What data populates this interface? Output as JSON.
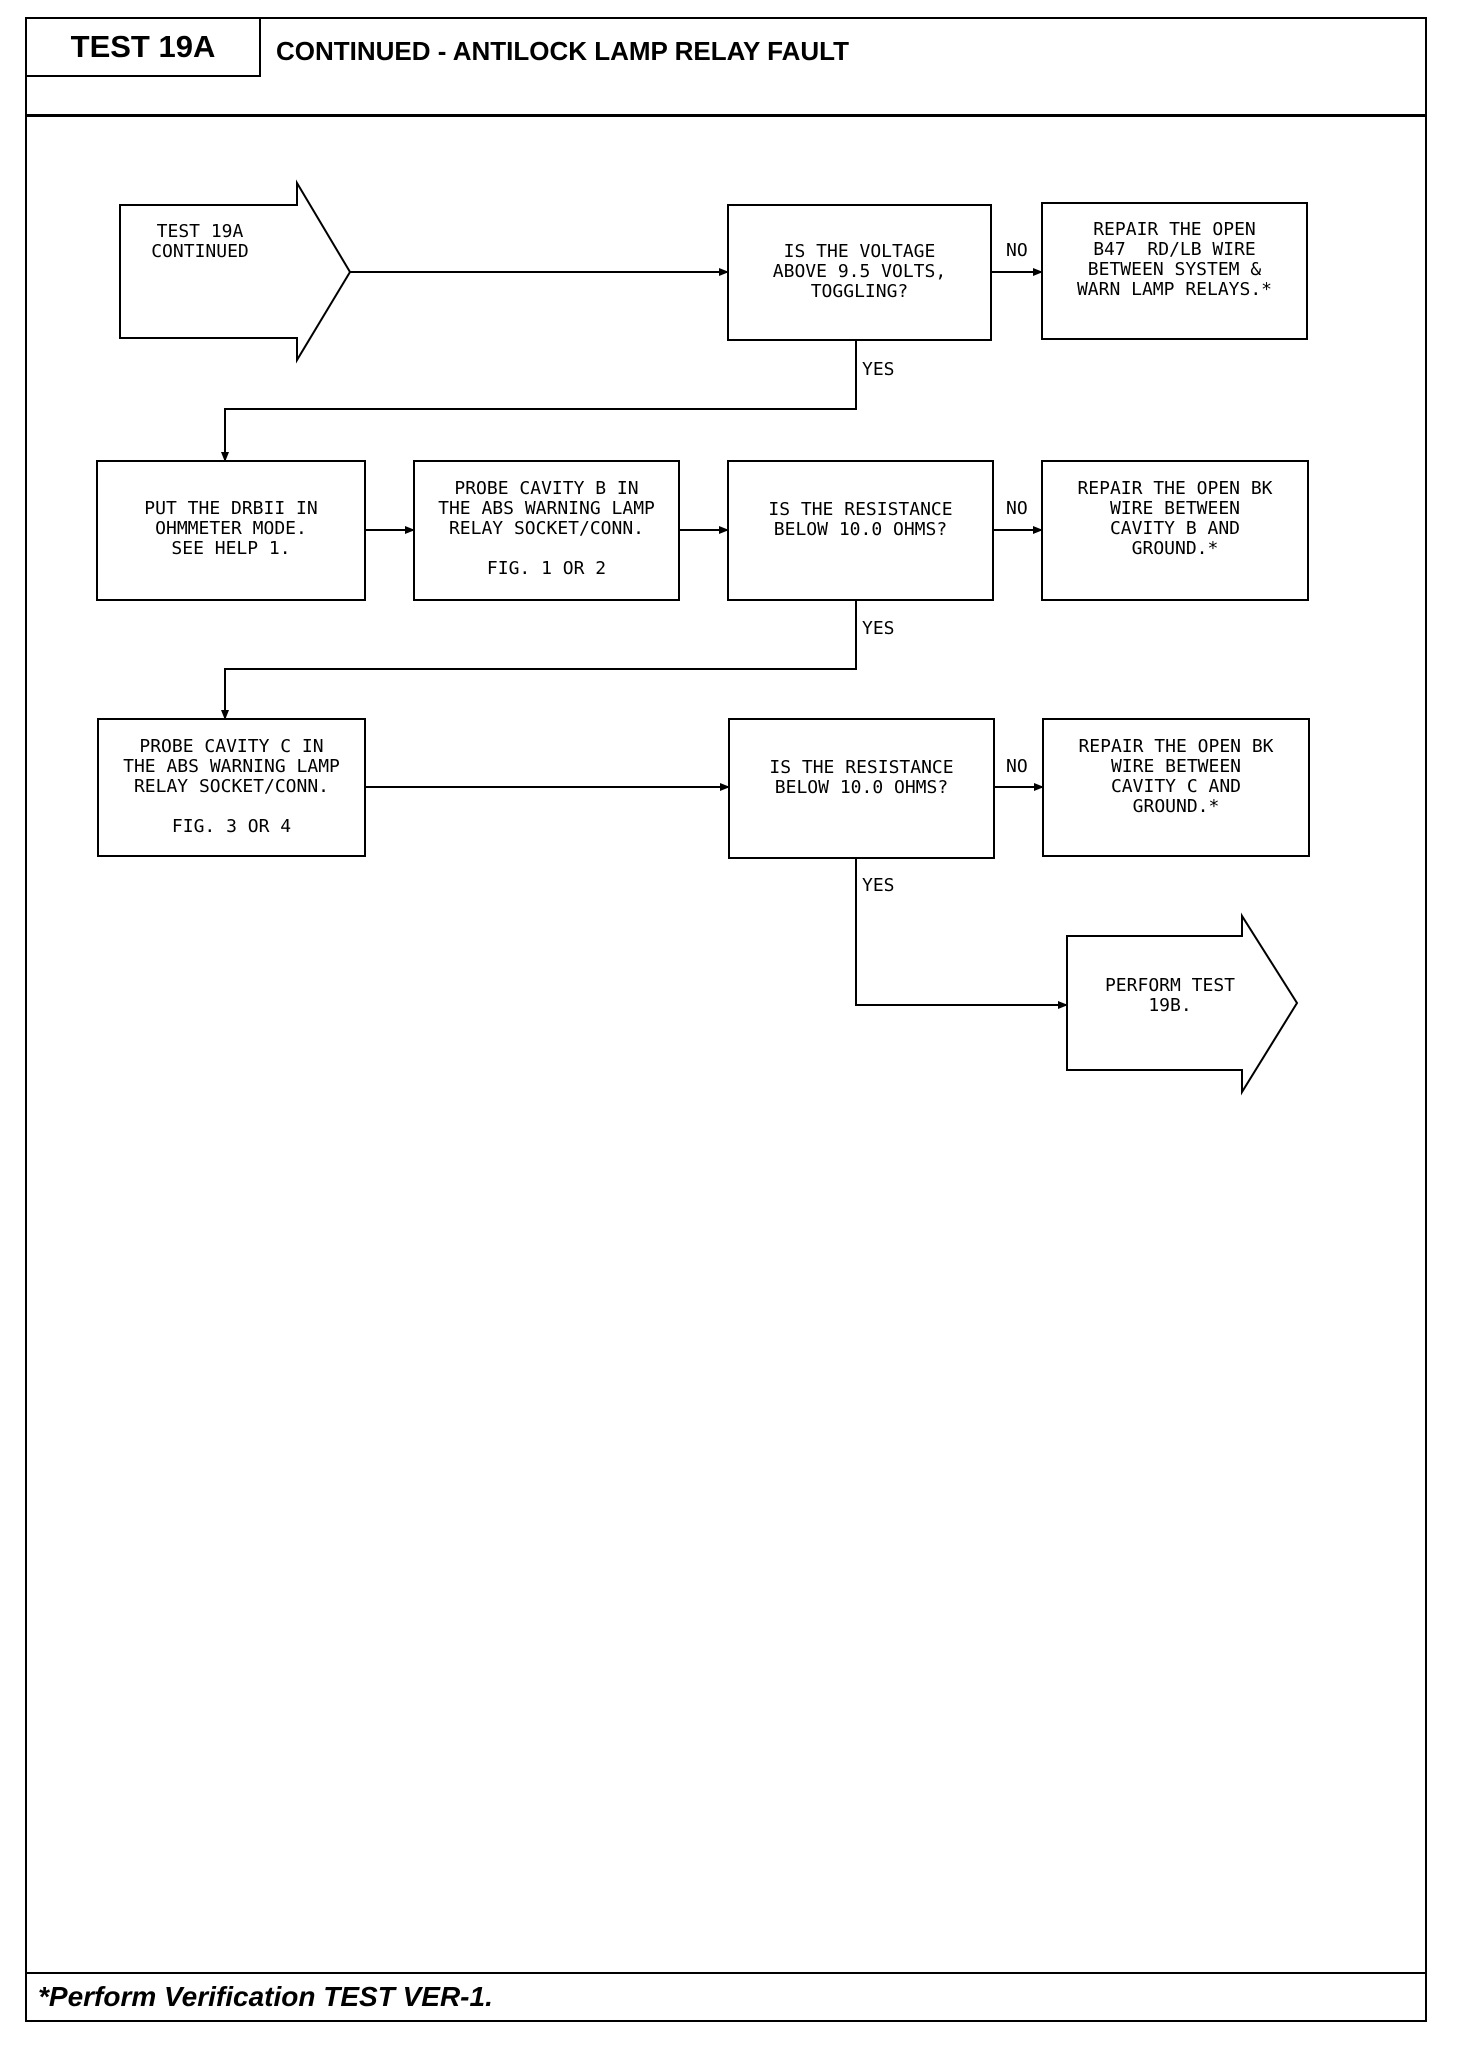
{
  "header": {
    "test_id": "TEST 19A",
    "title": "CONTINUED - ANTILOCK LAMP RELAY FAULT"
  },
  "footer": {
    "note": "*Perform Verification TEST VER-1."
  },
  "flowchart": {
    "start_arrow": "TEST 19A\nCONTINUED",
    "q_voltage": "IS THE VOLTAGE\nABOVE 9.5 VOLTS,\nTOGGLING?",
    "repair_b47": "REPAIR THE OPEN\nB47  RD/LB WIRE\nBETWEEN SYSTEM &\nWARN LAMP RELAYS.*",
    "put_drbii": "PUT THE DRBII IN\nOHMMETER MODE.\nSEE HELP 1.",
    "probe_b": "PROBE CAVITY B IN\nTHE ABS WARNING LAMP\nRELAY SOCKET/CONN.\n\nFIG. 1 OR 2",
    "q_resistance_1": "IS THE RESISTANCE\nBELOW 10.0 OHMS?",
    "repair_b": "REPAIR THE OPEN BK\nWIRE BETWEEN\nCAVITY B AND\nGROUND.*",
    "probe_c": "PROBE CAVITY C IN\nTHE ABS WARNING LAMP\nRELAY SOCKET/CONN.\n\nFIG. 3 OR 4",
    "q_resistance_2": "IS THE RESISTANCE\nBELOW 10.0 OHMS?",
    "repair_c": "REPAIR THE OPEN BK\nWIRE BETWEEN\nCAVITY C AND\nGROUND.*",
    "end_arrow": "PERFORM TEST\n19B.",
    "label_no_1": "NO",
    "label_yes_1": "YES",
    "label_no_2": "NO",
    "label_yes_2": "YES",
    "label_no_3": "NO",
    "label_yes_3": "YES"
  }
}
